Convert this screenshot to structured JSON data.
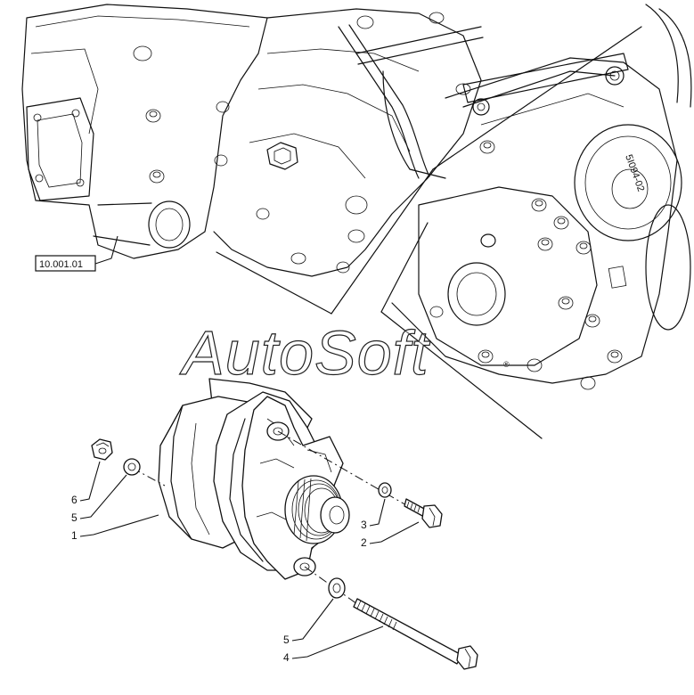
{
  "figure": {
    "reference_label": "10.001.01",
    "watermark": "AutoSoft",
    "watermark_mark": "®",
    "callouts": [
      {
        "id": "6",
        "text": "6"
      },
      {
        "id": "5a",
        "text": "5"
      },
      {
        "id": "1",
        "text": "1"
      },
      {
        "id": "3",
        "text": "3"
      },
      {
        "id": "2",
        "text": "2"
      },
      {
        "id": "5b",
        "text": "5"
      },
      {
        "id": "4",
        "text": "4"
      }
    ],
    "pulley_marking": "5I094-02"
  }
}
